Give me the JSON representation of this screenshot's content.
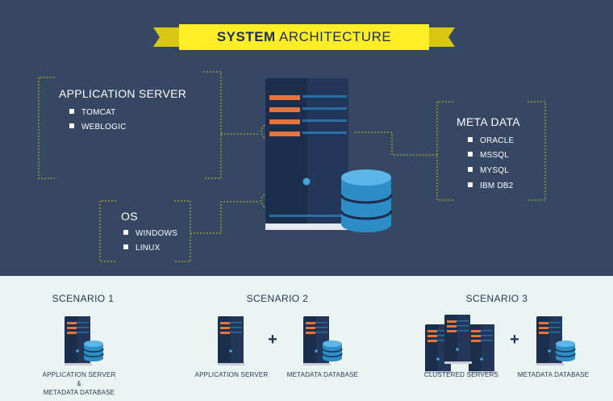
{
  "colors": {
    "background_dark": "#364763",
    "background_light": "#e9f4f3",
    "banner_yellow": "#ffee26",
    "accent_orange": "#e8743d",
    "accent_blue": "#2f8fc7",
    "server_navy": "#1c2f4d",
    "connector_yellow": "#c9c21f"
  },
  "banner": {
    "title_bold": "SYSTEM",
    "title_light": "ARCHITECTURE"
  },
  "app_server": {
    "heading": "APPLICATION SERVER",
    "items": [
      "TOMCAT",
      "WEBLOGIC"
    ]
  },
  "os": {
    "heading": "OS",
    "items": [
      "WINDOWS",
      "LINUX"
    ]
  },
  "meta_data": {
    "heading": "META DATA",
    "items": [
      "ORACLE",
      "MSSQL",
      "MYSQL",
      "IBM DB2"
    ]
  },
  "icons": [
    "server-icon",
    "database-icon",
    "plus-icon"
  ],
  "scenarios": [
    {
      "title": "SCENARIO 1",
      "captions": [
        "APPLICATION SERVER",
        "&",
        "METADATA DATABASE"
      ]
    },
    {
      "title": "SCENARIO 2",
      "captions": [
        "APPLICATION SERVER",
        "METADATA DATABASE"
      ],
      "plus": "+"
    },
    {
      "title": "SCENARIO 3",
      "captions": [
        "CLUSTERED SERVERS",
        "METADATA DATABASE"
      ],
      "plus": "+"
    }
  ]
}
